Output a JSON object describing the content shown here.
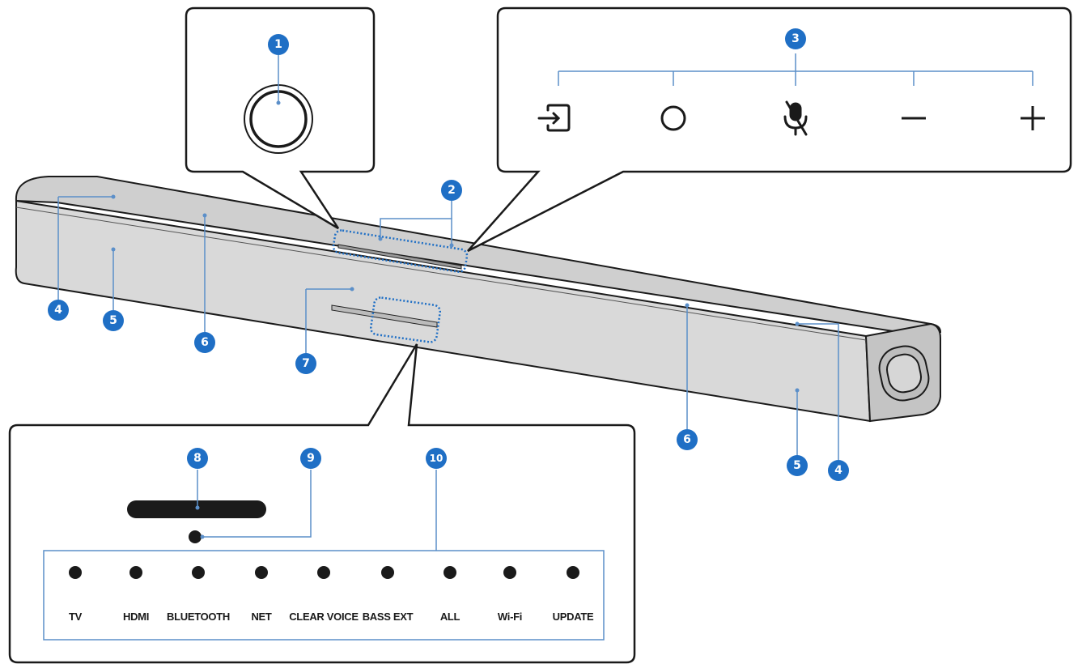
{
  "colors": {
    "callout": "#1f6fc5",
    "leader": "#5b8fc9",
    "body": "#d3d3d3",
    "outline": "#1a1a1a"
  },
  "callouts": {
    "power_button": "1",
    "touch_panel": "2",
    "top_controls": "3",
    "left_4": "4",
    "left_5": "5",
    "left_6": "6",
    "display_window": "7",
    "status_bar": "8",
    "sensor": "9",
    "indicators": "10",
    "right_6": "6",
    "right_5": "5",
    "right_4": "4"
  },
  "top_controls": {
    "icons": [
      "input-icon",
      "power-icon",
      "mic-mute-icon",
      "volume-down-icon",
      "volume-up-icon"
    ]
  },
  "indicator_labels": [
    "TV",
    "HDMI",
    "BLUETOOTH",
    "NET",
    "CLEAR VOICE",
    "BASS EXT",
    "ALL",
    "Wi-Fi",
    "UPDATE"
  ]
}
